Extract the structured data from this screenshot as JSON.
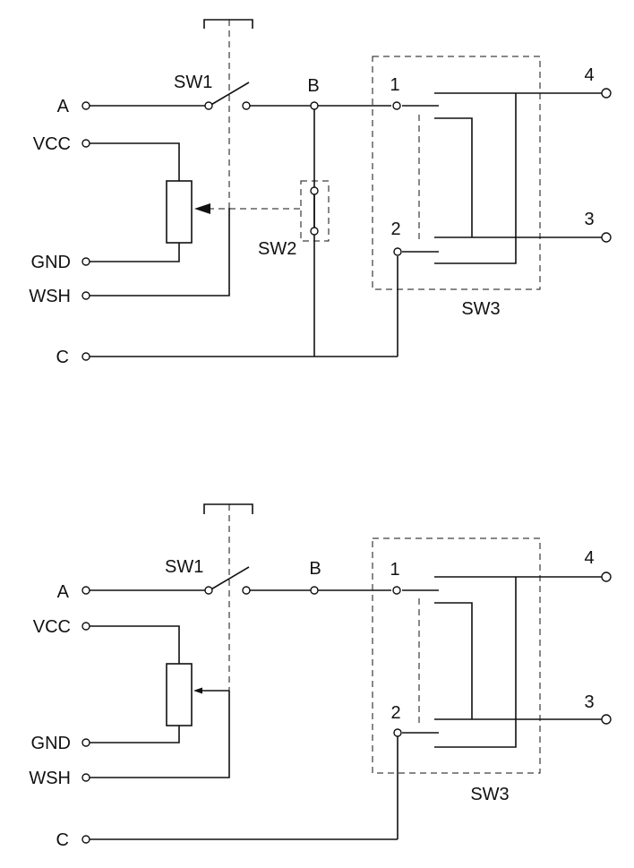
{
  "diagrams": [
    {
      "id": "top",
      "labels": {
        "a": "A",
        "vcc": "VCC",
        "gnd": "GND",
        "wsh": "WSH",
        "c": "C",
        "sw1": "SW1",
        "sw2": "SW2",
        "sw3": "SW3",
        "b": "B",
        "p1": "1",
        "p2": "2",
        "p3": "3",
        "p4": "4"
      }
    },
    {
      "id": "bottom",
      "labels": {
        "a": "A",
        "vcc": "VCC",
        "gnd": "GND",
        "wsh": "WSH",
        "c": "C",
        "sw1": "SW1",
        "sw3": "SW3",
        "b": "B",
        "p1": "1",
        "p2": "2",
        "p3": "3",
        "p4": "4"
      }
    }
  ]
}
